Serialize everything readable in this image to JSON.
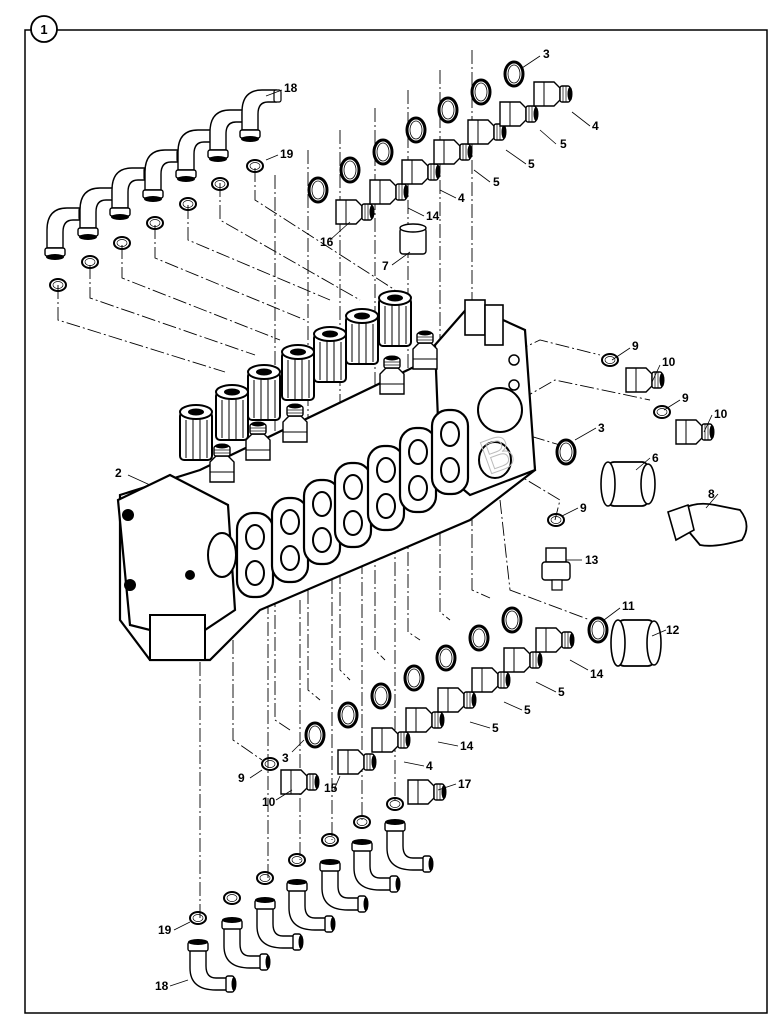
{
  "figure": {
    "badge": "1",
    "watermark": "B"
  },
  "labels": [
    {
      "id": "18-top",
      "text": "18"
    },
    {
      "id": "19-top",
      "text": "19"
    },
    {
      "id": "3-top",
      "text": "3"
    },
    {
      "id": "4-top",
      "text": "4"
    },
    {
      "id": "5-top-a",
      "text": "5"
    },
    {
      "id": "5-top-b",
      "text": "5"
    },
    {
      "id": "5-top-c",
      "text": "5"
    },
    {
      "id": "4-mid",
      "text": "4"
    },
    {
      "id": "14-top",
      "text": "14"
    },
    {
      "id": "16",
      "text": "16"
    },
    {
      "id": "7",
      "text": "7"
    },
    {
      "id": "9-a",
      "text": "9"
    },
    {
      "id": "10-a",
      "text": "10"
    },
    {
      "id": "9-b",
      "text": "9"
    },
    {
      "id": "10-b",
      "text": "10"
    },
    {
      "id": "3-right",
      "text": "3"
    },
    {
      "id": "6",
      "text": "6"
    },
    {
      "id": "2",
      "text": "2"
    },
    {
      "id": "8",
      "text": "8"
    },
    {
      "id": "9-c",
      "text": "9"
    },
    {
      "id": "13",
      "text": "13"
    },
    {
      "id": "11",
      "text": "11"
    },
    {
      "id": "12",
      "text": "12"
    },
    {
      "id": "14-right",
      "text": "14"
    },
    {
      "id": "5-bot-a",
      "text": "5"
    },
    {
      "id": "5-bot-b",
      "text": "5"
    },
    {
      "id": "5-bot-c",
      "text": "5"
    },
    {
      "id": "14-bot",
      "text": "14"
    },
    {
      "id": "3-bot",
      "text": "3"
    },
    {
      "id": "4-bot",
      "text": "4"
    },
    {
      "id": "9-bot",
      "text": "9"
    },
    {
      "id": "10-bot",
      "text": "10"
    },
    {
      "id": "15",
      "text": "15"
    },
    {
      "id": "17",
      "text": "17"
    },
    {
      "id": "19-bot",
      "text": "19"
    },
    {
      "id": "18-bot",
      "text": "18"
    }
  ]
}
